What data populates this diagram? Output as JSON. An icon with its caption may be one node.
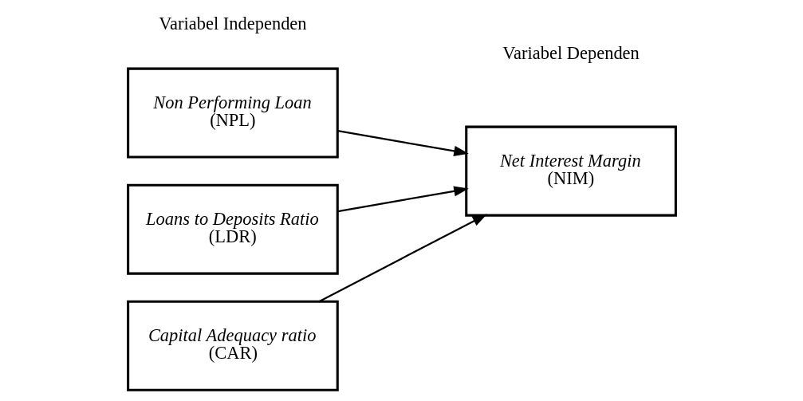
{
  "diagram": {
    "nodes": [
      {
        "text": [
          "Non Performing Loan",
          "(NPL)"
        ]
      },
      {
        "text": [
          "Loans to Deposits Ratio",
          "(LDR)"
        ]
      },
      {
        "text": [
          "Capital Adequacy ratio",
          "(CAR)"
        ]
      },
      {
        "text": [
          "Net Interest Margin",
          "(NIM)"
        ]
      }
    ],
    "edges": [
      {
        "from": 0,
        "to": 3,
        "arrow": "to"
      },
      {
        "from": 1,
        "to": 3,
        "arrow": "to"
      },
      {
        "from": 2,
        "to": 3,
        "arrow": "to"
      }
    ],
    "labels": [
      "Variabel Independen",
      "Variabel Dependen"
    ]
  }
}
